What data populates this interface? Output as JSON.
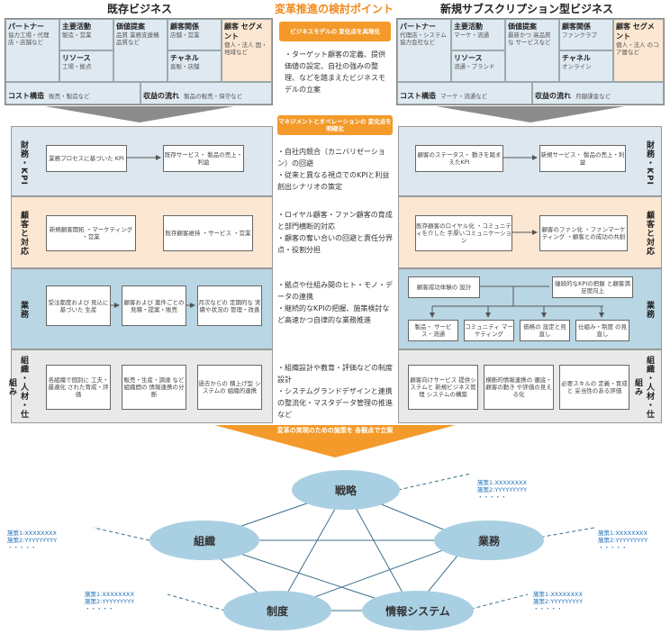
{
  "headers": {
    "left": "既存ビジネス",
    "center": "変革推進の検討ポイント",
    "right": "新規サブスクリプション型ビジネス"
  },
  "canvas_left": {
    "partner": {
      "title": "パートナー",
      "body": "協力工場・代理店・店舗など"
    },
    "activity": {
      "title": "主要活動",
      "body": "製造・営業"
    },
    "value": {
      "title": "価値提案",
      "body": "品質 業務支援機 品質など"
    },
    "relation": {
      "title": "顧客関係",
      "body": "店舗・営業"
    },
    "segment": {
      "title": "顧客 セグメント",
      "body": "個人・法人 国・地域など"
    },
    "resource": {
      "title": "リソース",
      "body": "工場・拠点"
    },
    "channel": {
      "title": "チャネル",
      "body": "直販・店舗"
    },
    "cost": {
      "title": "コスト構造",
      "body": "販売・製造など"
    },
    "revenue": {
      "title": "収益の流れ",
      "body": "製品の販売・保守など"
    }
  },
  "canvas_right": {
    "partner": {
      "title": "パートナー",
      "body": "代理店・システム協力会社など"
    },
    "activity": {
      "title": "主要活動",
      "body": "マーケ・流通"
    },
    "value": {
      "title": "価値提案",
      "body": "最新かつ 高品質な サービスなど"
    },
    "relation": {
      "title": "顧客関係",
      "body": "ファンクラブ"
    },
    "segment": {
      "title": "顧客 セグメント",
      "body": "個人・法人 のコア層など"
    },
    "resource": {
      "title": "リソース",
      "body": "流通・ブランド"
    },
    "channel": {
      "title": "チャネル",
      "body": "オンライン"
    },
    "cost": {
      "title": "コスト構造",
      "body": "マーケ・流通など"
    },
    "revenue": {
      "title": "収益の流れ",
      "body": "月額課金など"
    }
  },
  "tags": {
    "t1": "ビジネスモデルの 変化点を具現化",
    "t2": "マネジメントとオペレーションの 変化点を明確化",
    "t3": "変革の実現のための施策を 各観点で立案"
  },
  "mid_text": {
    "top": "・ターゲット顧客の定義、提供価値の設定、自社の強みの整理、などを踏まえたビジネスモデルの立案",
    "fin": "・自社内競合（カニバリゼーション）の回避\n・従来と異なる視点でのKPIと利益創出シナリオの策定",
    "cus": "・ロイヤル顧客・ファン顧客の育成と部門横断的対応\n・顧客の奪い合いの回避と責任分界点・役割分担",
    "ope": "・拠点や仕組み間のヒト・モノ・データの連携\n・継続的なKPIの把握、施策検討など高速かつ自律的な業務推進",
    "org": "・組織設計や教育・評価などの制度設計\n・システムグランドデザインと連携の整流化・マスタデータ管理の推進など"
  },
  "labels": {
    "fin": "財務・KPI",
    "cus": "顧客と対応",
    "ope": "業務",
    "org": "組織・人材・仕組み"
  },
  "left_boxes": {
    "fin1": "業務プロセスに基づいた KPI",
    "fin2": "既存サービス・ 製品の売上・利益",
    "cus1": "新規顧客開拓 ・マーケティング ・営業",
    "cus2": "既存顧客維持 ・サービス ・営業",
    "ope1": "受注都度および 見込に基づいた 生産",
    "ope2": "顧客および 案件ごとの 見積・提案・販売",
    "ope3": "月次などの 定期的な 実績や状況の 管理・改善",
    "org1": "各組織で個別に 工夫・最適化 された育成・評価",
    "org2": "販売・生産・調達 など組織間の 情報連携の分断",
    "org3": "過去からの 積上げ型 システムの 組織的連携"
  },
  "right_boxes": {
    "fin1": "顧客のステータス・ 動きを踏まえたKPI",
    "fin2": "新規サービス・ 製品の売上・利益",
    "cus1": "既存顧客のロイヤル化 ・コミュニティを介した 手厚いコミュニケーション",
    "cus2": "顧客のファン化 ・ファンマーケティング ・顧客との成功の共創",
    "ope1": "顧客成功体験の 設計",
    "ope2": "継続的なKPIの把握 と顧客満足度向上",
    "ope3": "製品・ サービス・流通",
    "ope4": "コミュニティ マーケティング",
    "ope5": "価格の 設定と見直し",
    "ope6": "仕組み・制度 の見直し",
    "org1": "顧客向けサービス 提供システムと 新規ビジネス管理 システムの構築",
    "org2": "横断的情報連携の 徹底・顧客の動き や評価の見える化",
    "org3": "必要スキルの 定義・育成と 妥当性のある評価"
  },
  "network": {
    "strategy": "戦略",
    "org": "組織",
    "ops": "業務",
    "system": "制度",
    "info": "情報システム"
  },
  "notes": {
    "n1": "施策1:XXXXXXXX",
    "n2": "施策2:YYYYYYYYY",
    "dots": "・・・・・"
  }
}
